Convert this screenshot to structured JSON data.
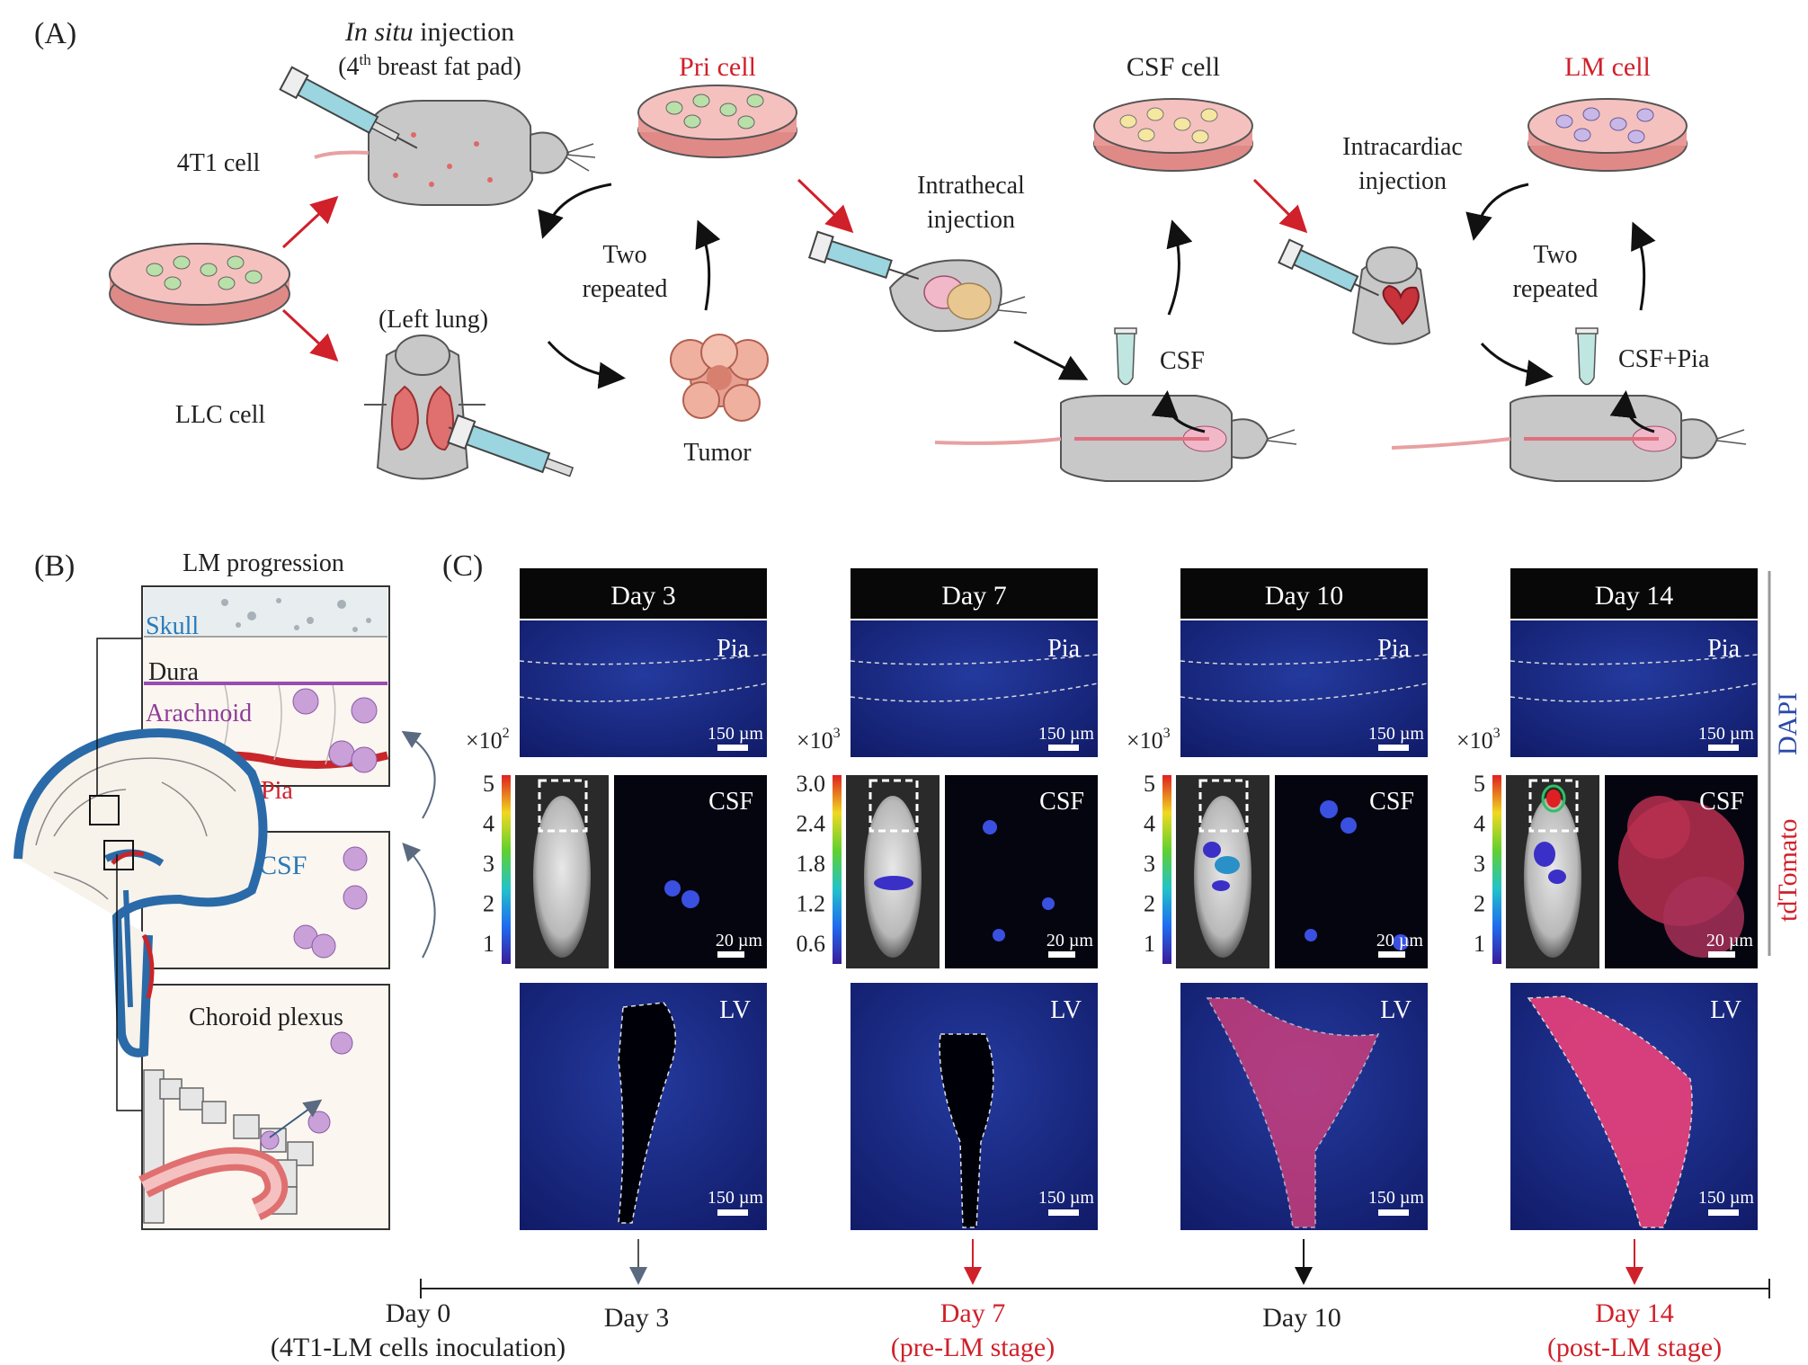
{
  "panelA": {
    "label": "(A)",
    "inject_title_italic": "In situ",
    "inject_title_rest": " injection",
    "inject_sub_pre": "(4",
    "inject_sub_sup": "th",
    "inject_sub_post": " breast fat pad)",
    "cell_4t1": "4T1 cell",
    "cell_llc": "LLC cell",
    "left_lung": "(Left lung)",
    "pri_cell": "Pri cell",
    "two_repeated_1": [
      "Two",
      "repeated"
    ],
    "tumor": "Tumor",
    "intrathecal": [
      "Intrathecal",
      "injection"
    ],
    "csf_cell": "CSF cell",
    "csf": "CSF",
    "intracardiac": [
      "Intracardiac",
      "injection"
    ],
    "two_repeated_2": [
      "Two",
      "repeated"
    ],
    "lm_cell": "LM cell",
    "csf_pia": "CSF+Pia"
  },
  "panelB": {
    "label": "(B)",
    "title": "LM progression",
    "layers": [
      "Skull",
      "Dura",
      "Arachnoid",
      "Pia"
    ],
    "csf": "CSF",
    "choroid": "Choroid plexus"
  },
  "panelC": {
    "label": "(C)",
    "days": [
      {
        "title": "Day 3",
        "scale_exp": "×10",
        "scale_sup": "2",
        "ticks": [
          "5",
          "4",
          "3",
          "2",
          "1"
        ],
        "lv_fill": 0.0
      },
      {
        "title": "Day 7",
        "scale_exp": "×10",
        "scale_sup": "3",
        "ticks": [
          "3.0",
          "2.4",
          "1.8",
          "1.2",
          "0.6"
        ],
        "lv_fill": 0.0
      },
      {
        "title": "Day 10",
        "scale_exp": "×10",
        "scale_sup": "3",
        "ticks": [
          "5",
          "4",
          "3",
          "2",
          "1"
        ],
        "lv_fill": 0.6
      },
      {
        "title": "Day 14",
        "scale_exp": "×10",
        "scale_sup": "3",
        "ticks": [
          "5",
          "4",
          "3",
          "2",
          "1"
        ],
        "lv_fill": 1.0
      }
    ],
    "pia": "Pia",
    "csf": "CSF",
    "lv": "LV",
    "scale_150": "150 µm",
    "scale_20": "20 µm",
    "side_dapi": "DAPI",
    "side_tdtomato": "tdTomato"
  },
  "timeline": {
    "day0": "Day 0",
    "day0_sub": "(4T1-LM cells inoculation)",
    "day3": "Day 3",
    "day7": "Day 7",
    "day7_sub": "(pre-LM stage)",
    "day10": "Day 10",
    "day14": "Day 14",
    "day14_sub": "(post-LM stage)"
  },
  "colors": {
    "red": "#d0202a",
    "blue": "#2a7ab8",
    "purple": "#8e3c9a",
    "tissue": "#1a2a8c",
    "tomato": "#e0407a"
  }
}
